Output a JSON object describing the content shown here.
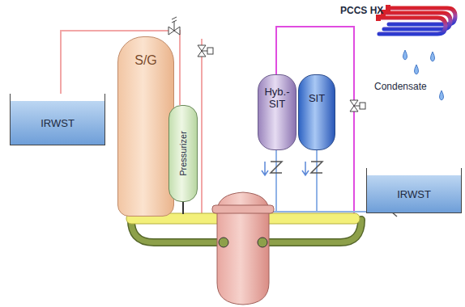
{
  "diagram": {
    "nodes": [
      {
        "text": [
          "IRWST"
        ]
      },
      {
        "text": [
          "S/G"
        ]
      },
      {
        "text": [
          "Pressurizer"
        ]
      },
      {
        "text": [
          "Hyb.- SIT"
        ]
      },
      {
        "text": [
          "SIT"
        ]
      },
      {
        "text": [
          "IRWST"
        ]
      }
    ],
    "edges": [
      {
        "from": 2,
        "to": 0,
        "arrow": "none"
      }
    ],
    "labels": [
      "PCCS HX",
      "Condensate"
    ]
  }
}
